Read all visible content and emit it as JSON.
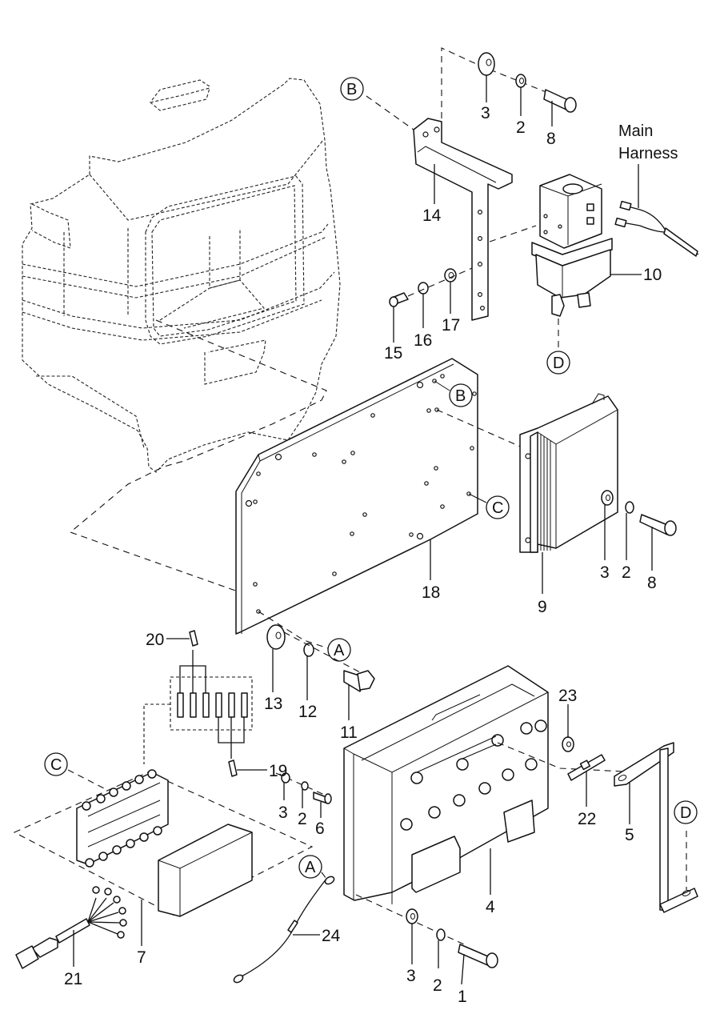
{
  "diagram": {
    "type": "exploded-parts-diagram",
    "subject": "Controller / contactor mounting assembly",
    "annotation": {
      "main_harness": [
        "Main",
        "Harness"
      ]
    },
    "connection_markers": [
      "A",
      "B",
      "C",
      "D"
    ],
    "callouts": [
      {
        "id": "c-3a",
        "label": "3"
      },
      {
        "id": "c-2a",
        "label": "2"
      },
      {
        "id": "c-8a",
        "label": "8"
      },
      {
        "id": "c-14",
        "label": "14"
      },
      {
        "id": "c-10",
        "label": "10"
      },
      {
        "id": "c-15",
        "label": "15"
      },
      {
        "id": "c-16",
        "label": "16"
      },
      {
        "id": "c-17",
        "label": "17"
      },
      {
        "id": "c-18",
        "label": "18"
      },
      {
        "id": "c-9",
        "label": "9"
      },
      {
        "id": "c-3b",
        "label": "3"
      },
      {
        "id": "c-2b",
        "label": "2"
      },
      {
        "id": "c-8b",
        "label": "8"
      },
      {
        "id": "c-20",
        "label": "20"
      },
      {
        "id": "c-13",
        "label": "13"
      },
      {
        "id": "c-12",
        "label": "12"
      },
      {
        "id": "c-11",
        "label": "11"
      },
      {
        "id": "c-19",
        "label": "19"
      },
      {
        "id": "c-3c",
        "label": "3"
      },
      {
        "id": "c-2c",
        "label": "2"
      },
      {
        "id": "c-6",
        "label": "6"
      },
      {
        "id": "c-23",
        "label": "23"
      },
      {
        "id": "c-22",
        "label": "22"
      },
      {
        "id": "c-5",
        "label": "5"
      },
      {
        "id": "c-4",
        "label": "4"
      },
      {
        "id": "c-7",
        "label": "7"
      },
      {
        "id": "c-21",
        "label": "21"
      },
      {
        "id": "c-24",
        "label": "24"
      },
      {
        "id": "c-3d",
        "label": "3"
      },
      {
        "id": "c-2d",
        "label": "2"
      },
      {
        "id": "c-1",
        "label": "1"
      }
    ],
    "markers": [
      {
        "id": "m-B1",
        "letter": "B"
      },
      {
        "id": "m-D1",
        "letter": "D"
      },
      {
        "id": "m-B2",
        "letter": "B"
      },
      {
        "id": "m-C1",
        "letter": "C"
      },
      {
        "id": "m-A1",
        "letter": "A"
      },
      {
        "id": "m-C2",
        "letter": "C"
      },
      {
        "id": "m-A2",
        "letter": "A"
      },
      {
        "id": "m-D2",
        "letter": "D"
      }
    ]
  }
}
